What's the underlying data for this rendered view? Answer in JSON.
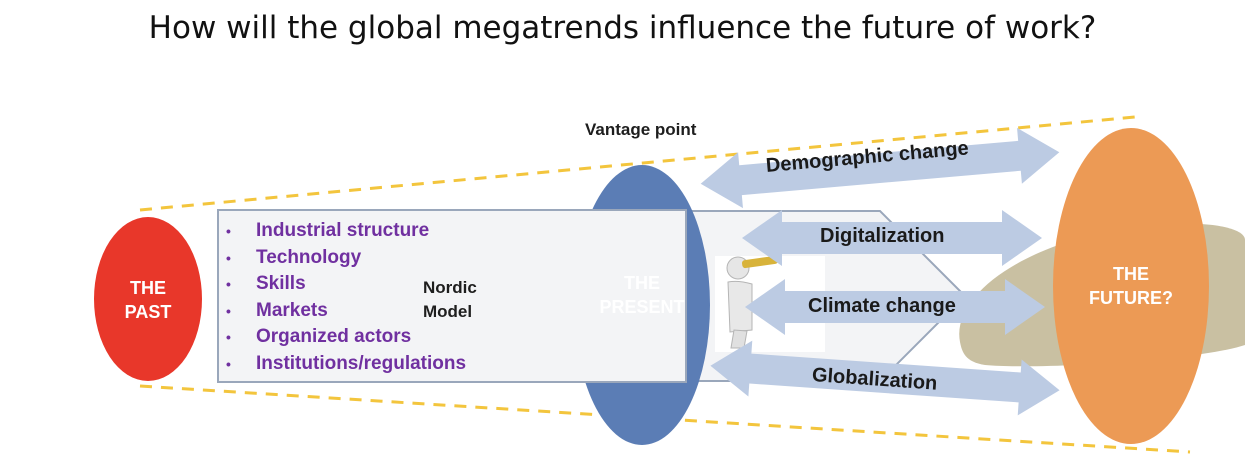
{
  "title": "How will the global megatrends influence the future of work?",
  "vantage_point": "Vantage point",
  "past": {
    "line1": "THE",
    "line2": "PAST"
  },
  "present": {
    "line1": "THE",
    "line2": "PRESENT"
  },
  "future": {
    "line1": "THE",
    "line2": "FUTURE?"
  },
  "factors": [
    "Industrial structure",
    "Technology",
    "Skills",
    "Markets",
    "Organized actors",
    "Institutions/regulations"
  ],
  "nordic": {
    "line1": "Nordic",
    "line2": "Model"
  },
  "megatrends": [
    "Demographic change",
    "Digitalization",
    "Climate change",
    "Globalization"
  ],
  "colors": {
    "past": "#e8372a",
    "present": "#5b7db5",
    "future": "#ec9a55",
    "arrow": "#bccbe3",
    "factors": "#7030a0",
    "cone": "#f3c53d",
    "blob": "#bfb592"
  }
}
